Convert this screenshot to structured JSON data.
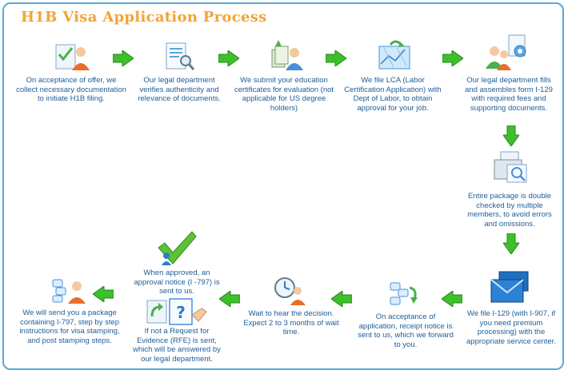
{
  "title": "H1B Visa Application Process",
  "colors": {
    "title": "#f2a43a",
    "text": "#1e5d99",
    "arrow": "#3fbf2b",
    "border": "#5aa7dc"
  },
  "steps": [
    {
      "icon": "checklist-person-icon",
      "text": "On acceptance of offer, we collect necessary documentation to initiate H1B filing."
    },
    {
      "icon": "document-magnifier-icon",
      "text": "Our legal department verifies authenticity and relevance of documents."
    },
    {
      "icon": "person-certificates-icon",
      "text": "We submit your education certificates for evaluation (not applicable for US degree holders)"
    },
    {
      "icon": "map-recycle-icon",
      "text": "We file LCA (Labor Certification Application) with Dept of Labor, to obtain approval for your job."
    },
    {
      "icon": "team-forms-icon",
      "text": "Our legal department fills and assembles form I-129 with required fees and supporting documents."
    },
    {
      "icon": "document-check-icon",
      "text": "Entire package is double checked by multiple members, to avoid errors and omissions."
    },
    {
      "icon": "envelopes-icon",
      "text": "We file I-129 (with I-907, if you need premium processing) with the appropriate service center."
    },
    {
      "icon": "receipt-notices-icon",
      "text": "On acceptance of application, receipt notice is sent to us, which we forward to you."
    },
    {
      "icon": "clock-person-icon",
      "text": "Wait to hear the decision. Expect 2 to 3 months of wait time."
    },
    {
      "icon": "approved-checkmark-icon",
      "text": "When approved, an approval notice (I -797) is sent to us."
    },
    {
      "icon": "rfe-question-icon",
      "text": "If not a Request for Evidence (RFE) is sent, which will be answered by our legal department."
    },
    {
      "icon": "package-person-icon",
      "text": "We will send you a package containing I-797, step by step instructions for visa stamping, and post stamping steps."
    }
  ]
}
